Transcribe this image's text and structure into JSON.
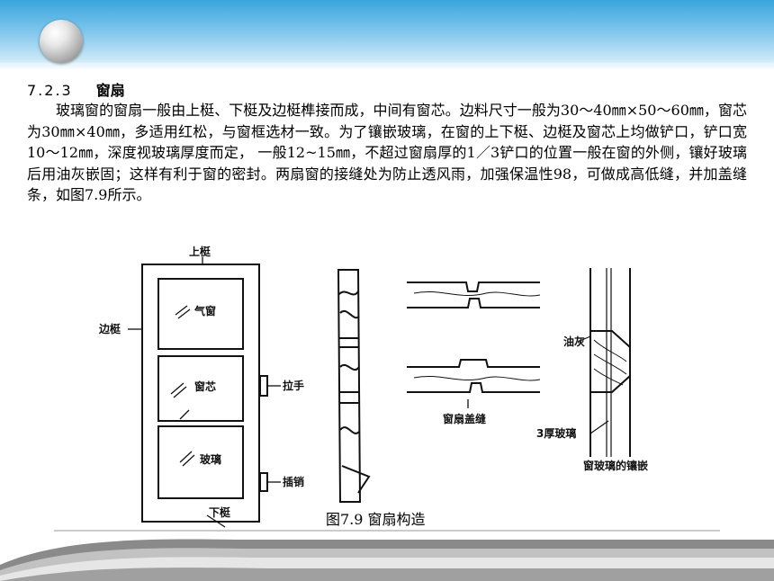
{
  "slide": {
    "heading_number": "7.2.3",
    "heading_title": "窗扇",
    "paragraph": "玻璃窗的窗扇一般由上梃、下梃及边梃榫接而成，中间有窗芯。边料尺寸一般为30～40㎜×50～60㎜，窗芯为30㎜×40㎜，多适用红松，与窗框选材一致。为了镶嵌玻璃，在窗的上下梃、边梃及窗芯上均做铲口，铲口宽10～12㎜，深度视玻璃厚度而定， 一般12~15㎜，不超过窗扇厚的1／3铲口的位置一般在窗的外侧，镶好玻璃后用油灰嵌固；这样有利于窗的密封。两扇窗的接缝处为防止透风雨，加强保温性98，可做成高低缝，并加盖缝条，如图7.9所示。",
    "caption": "图7.9  窗扇构造"
  },
  "figure_labels": {
    "top_rail": "上梃",
    "side_rail": "边梃",
    "vent_pane": "气窗",
    "mullion": "窗芯",
    "glass": "玻璃",
    "handle": "拉手",
    "bolt": "插销",
    "bottom_rail": "下梃",
    "cover_strip": "窗扇盖缝",
    "putty": "油灰",
    "glass_3mm": "3厚玻璃",
    "glazing_detail": "窗玻璃的镶嵌"
  }
}
